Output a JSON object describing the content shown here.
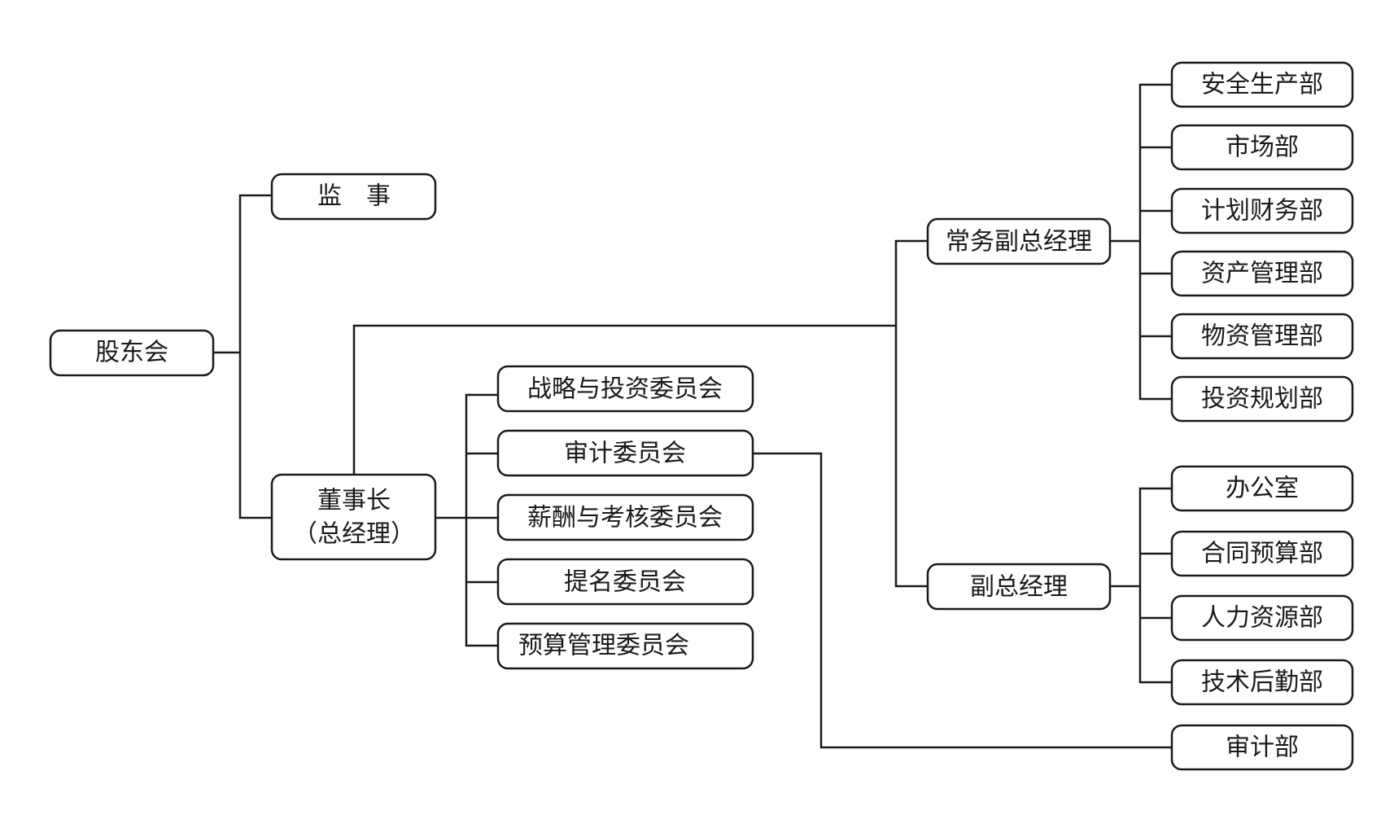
{
  "colors": {
    "stroke": "#1a1a1a",
    "background": "#ffffff",
    "text": "#1a1a1a"
  },
  "nodes": {
    "shareholders": "股东会",
    "supervisor": "监　事",
    "chairman_line1": "董事长",
    "chairman_line2": "（总经理）",
    "strategy_committee": "战略与投资委员会",
    "audit_committee": "审计委员会",
    "compensation_committee": "薪酬与考核委员会",
    "nomination_committee": "提名委员会",
    "budget_committee": "预算管理委员会",
    "executive_vp": "常务副总经理",
    "vp": "副总经理",
    "safety_production_dept": "安全生产部",
    "market_dept": "市场部",
    "planning_finance_dept": "计划财务部",
    "asset_management_dept": "资产管理部",
    "materials_management_dept": "物资管理部",
    "investment_planning_dept": "投资规划部",
    "office": "办公室",
    "contract_budget_dept": "合同预算部",
    "hr_dept": "人力资源部",
    "tech_logistics_dept": "技术后勤部",
    "audit_dept": "审计部"
  }
}
